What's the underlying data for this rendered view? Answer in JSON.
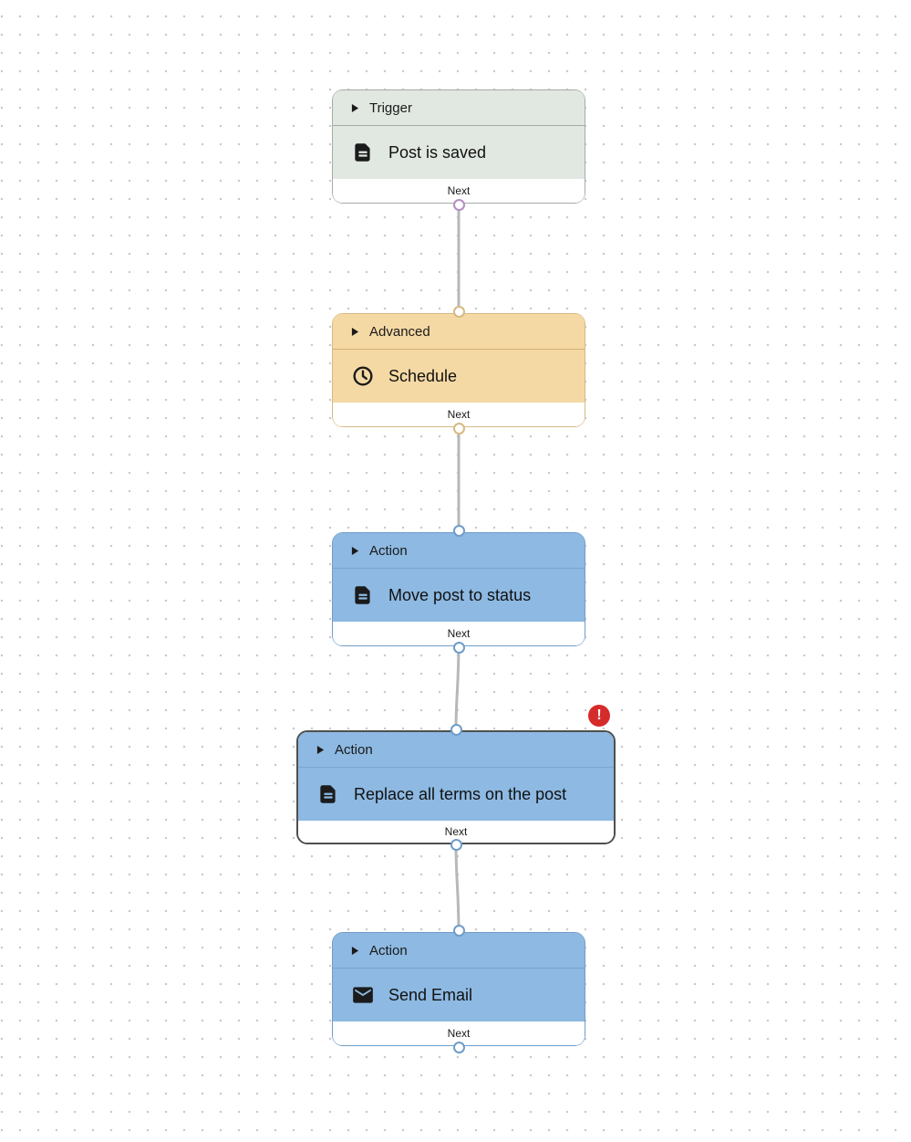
{
  "canvas": {
    "background_color": "#ffffff",
    "dot_color": "#c9c9cd",
    "connector_color": "#b7b8ba",
    "error_color": "#d62b2b",
    "selected_border_color": "#4f4f4f"
  },
  "nodes": [
    {
      "category": "Trigger",
      "title": "Post is saved",
      "icon": "document-icon",
      "footer_label": "Next",
      "fill": "#e1e7e1",
      "border": "#a7aba7",
      "handle_color": "#b48cc4"
    },
    {
      "category": "Advanced",
      "title": "Schedule",
      "icon": "clock-icon",
      "footer_label": "Next",
      "fill": "#f5d9a4",
      "border": "#d6ba83",
      "handle_color": "#d6ba83"
    },
    {
      "category": "Action",
      "title": "Move post to status",
      "icon": "document-icon",
      "footer_label": "Next",
      "fill": "#8db9e2",
      "border": "#6f9dc9",
      "handle_color": "#6f9dc9"
    },
    {
      "category": "Action",
      "title": "Replace all terms on the post",
      "icon": "document-icon",
      "footer_label": "Next",
      "fill": "#8db9e2",
      "border": "#4f4f4f",
      "handle_color": "#6f9dc9",
      "selected": true,
      "error_label": "!"
    },
    {
      "category": "Action",
      "title": "Send Email",
      "icon": "email-icon",
      "footer_label": "Next",
      "fill": "#8db9e2",
      "border": "#6f9dc9",
      "handle_color": "#6f9dc9"
    }
  ]
}
